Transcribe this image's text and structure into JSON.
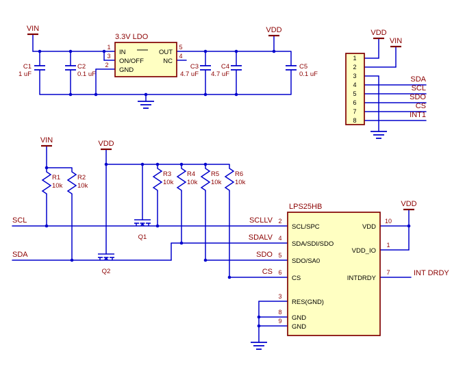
{
  "colors": {
    "wire": "#0000cc",
    "component_outline": "#800000",
    "component_fill": "#ffffc2",
    "label_text": "#8b0000",
    "pin_name_text": "#000000"
  },
  "ldo": {
    "vin_flag": "VIN",
    "vdd_flag": "VDD",
    "regulator": {
      "title": "3.3V LDO",
      "pin_in": "IN",
      "pin_onoff": "ON/OFF",
      "pin_gnd": "GND",
      "pin_out": "OUT",
      "pin_nc": "NC",
      "num_in": "1",
      "num_onoff": "3",
      "num_gnd": "2",
      "num_out": "5",
      "num_nc": "4"
    },
    "capacitors": [
      {
        "ref": "C1",
        "value": "1 uF"
      },
      {
        "ref": "C2",
        "value": "0.1 uF"
      },
      {
        "ref": "C3",
        "value": "4.7 uF"
      },
      {
        "ref": "C4",
        "value": "4.7 uF"
      },
      {
        "ref": "C5",
        "value": "0.1 uF"
      }
    ]
  },
  "connector": {
    "vdd_flag": "VDD",
    "vin_flag": "VIN",
    "pin_numbers": [
      "1",
      "2",
      "3",
      "4",
      "5",
      "6",
      "7",
      "8"
    ],
    "signals": [
      "SDA",
      "SCL",
      "SDO",
      "CS",
      "INT1"
    ]
  },
  "sensor": {
    "vin_flag": "VIN",
    "vdd_flag": "VDD",
    "vdd_flag_right": "VDD",
    "resistors": [
      {
        "ref": "R1",
        "value": "10k"
      },
      {
        "ref": "R2",
        "value": "10k"
      },
      {
        "ref": "R3",
        "value": "10k"
      },
      {
        "ref": "R4",
        "value": "10k"
      },
      {
        "ref": "R5",
        "value": "10k"
      },
      {
        "ref": "R6",
        "value": "10k"
      }
    ],
    "transistors": [
      {
        "ref": "Q1"
      },
      {
        "ref": "Q2"
      }
    ],
    "nets": {
      "scl": "SCL",
      "sda": "SDA",
      "scllv": "SCLLV",
      "sdalv": "SDALV",
      "sdo": "SDO",
      "cs": "CS",
      "int_drdy": "INT DRDY"
    },
    "ic": {
      "title": "LPS25HB",
      "left_pins": [
        {
          "num": "2",
          "name": "SCL/SPC"
        },
        {
          "num": "4",
          "name": "SDA/SDI/SDO"
        },
        {
          "num": "5",
          "name": "SDO/SA0"
        },
        {
          "num": "6",
          "name": "CS"
        },
        {
          "num": "3",
          "name": "RES(GND)"
        },
        {
          "num": "8",
          "name": "GND"
        },
        {
          "num": "9",
          "name": "GND"
        }
      ],
      "right_pins": [
        {
          "num": "10",
          "name": "VDD"
        },
        {
          "num": "1",
          "name": "VDD_IO"
        },
        {
          "num": "7",
          "name": "INTDRDY"
        }
      ]
    }
  }
}
